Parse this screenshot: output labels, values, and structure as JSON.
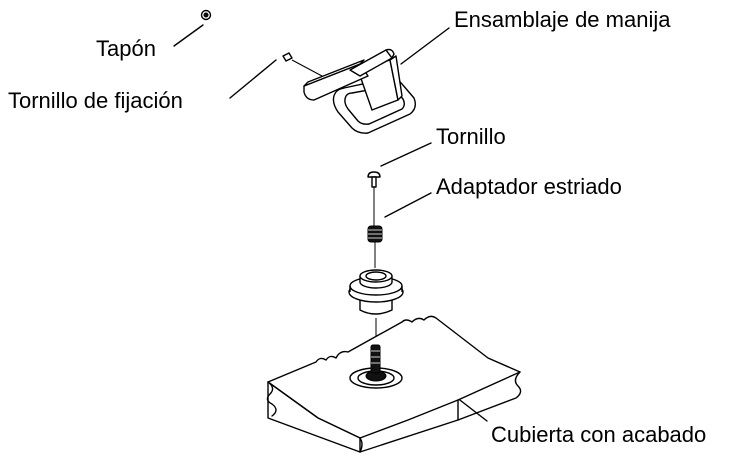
{
  "diagram": {
    "labels": {
      "cap": "Tapón",
      "set_screw": "Tornillo de fijación",
      "handle_assembly": "Ensamblaje de manija",
      "screw": "Tornillo",
      "splined_adapter": "Adaptador estriado",
      "finished_deck": "Cubierta con acabado"
    },
    "colors": {
      "ink": "#000000",
      "background": "#ffffff"
    }
  }
}
